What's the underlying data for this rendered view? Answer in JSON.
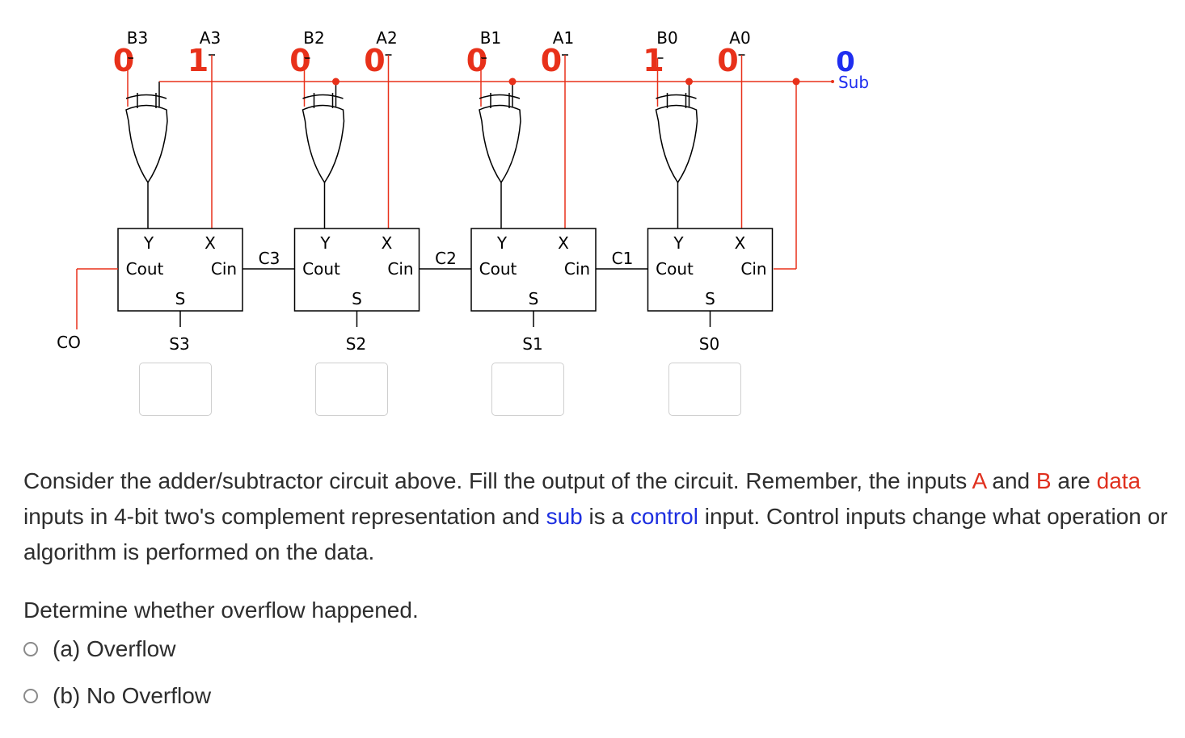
{
  "stages": [
    {
      "b_label": "B3",
      "b_value": "0",
      "a_label": "A3",
      "a_value": "1",
      "sum_label": "S3",
      "carry_label": "C3"
    },
    {
      "b_label": "B2",
      "b_value": "0",
      "a_label": "A2",
      "a_value": "0",
      "sum_label": "S2",
      "carry_label": "C2"
    },
    {
      "b_label": "B1",
      "b_value": "0",
      "a_label": "A1",
      "a_value": "0",
      "sum_label": "S1",
      "carry_label": "C1"
    },
    {
      "b_label": "B0",
      "b_value": "1",
      "a_label": "A0",
      "a_value": "0",
      "sum_label": "S0",
      "carry_label": ""
    }
  ],
  "adder_ports": {
    "y": "Y",
    "x": "X",
    "cout": "Cout",
    "cin": "Cin",
    "s": "S"
  },
  "carry_out_label": "CO",
  "sub": {
    "label": "Sub",
    "value": "0"
  },
  "colors": {
    "wire": "#e8311a",
    "input_value": "#e8311a",
    "sub_value": "#1f2ef0",
    "label": "#000000"
  },
  "answers": {
    "s3": "",
    "s2": "",
    "s1": "",
    "s0": ""
  },
  "question": {
    "p1": "Consider the adder/subtractor circuit above. Fill the output of the circuit. Remember, the inputs ",
    "a": "A",
    "and": " and ",
    "b": "B",
    "p2": " are ",
    "data": "data",
    "p3": " inputs in 4-bit two's complement representation and ",
    "sub": "sub",
    "p4": " is a ",
    "control": "control",
    "p5": " input. Control inputs change what operation or algorithm is performed on the data."
  },
  "prompt": "Determine whether overflow happened.",
  "options": [
    "(a) Overflow",
    "(b) No Overflow"
  ]
}
